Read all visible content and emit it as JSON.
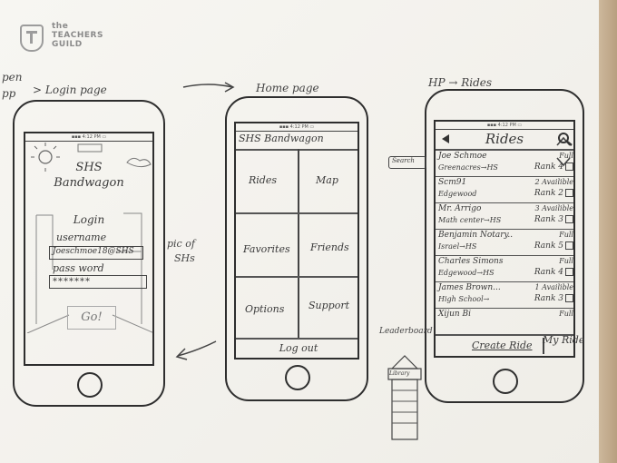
{
  "logo": {
    "line1": "the",
    "line2": "TEACHERS",
    "line3": "GUILD"
  },
  "annotations": {
    "open_app": [
      "pen",
      "pp"
    ],
    "to_login": "> Login page",
    "home_page": "Home page",
    "hp_rides": "HP → Rides",
    "pic_of_shs": [
      "pic of",
      "SHs"
    ],
    "search": "Search",
    "leaderboard": "Leaderboard",
    "leaderboard_box": "Library"
  },
  "login": {
    "title_line1": "SHS",
    "title_line2": "Bandwagon",
    "login_label": "Login",
    "username_label": "username",
    "username_value": "Joeschmoe18@SHS",
    "password_label": "pass word",
    "password_value": "*******",
    "go_button": "Go!"
  },
  "home": {
    "title": "SHS Bandwagon",
    "tiles": [
      "Rides",
      "Map",
      "Favorites",
      "Friends",
      "Options",
      "Support"
    ],
    "logout": "Log out"
  },
  "rides": {
    "title": "Rides",
    "entries": [
      {
        "name": "Joe Schmoe",
        "status": "Full",
        "route": "Greenacres→HS",
        "rank": "Rank 4"
      },
      {
        "name": "Scm91",
        "status": "2 Availible",
        "route": "Edgewood",
        "rank": "Rank 2"
      },
      {
        "name": "Mr. Arrigo",
        "status": "3 Availible",
        "route": "Math center→HS",
        "rank": "Rank 3"
      },
      {
        "name": "Benjamin Notary..",
        "status": "Full",
        "route": "Israel→HS",
        "rank": "Rank 5"
      },
      {
        "name": "Charles Simons",
        "status": "Full",
        "route": "Edgewood→HS",
        "rank": "Rank 4"
      },
      {
        "name": "James Brown...",
        "status": "1 Availible",
        "route": "High School→",
        "rank": "Rank 3"
      },
      {
        "name": "Xijun Bi",
        "status": "Full",
        "route": "",
        "rank": ""
      }
    ],
    "create_ride": "Create Ride",
    "my_ride": "My Ride"
  }
}
